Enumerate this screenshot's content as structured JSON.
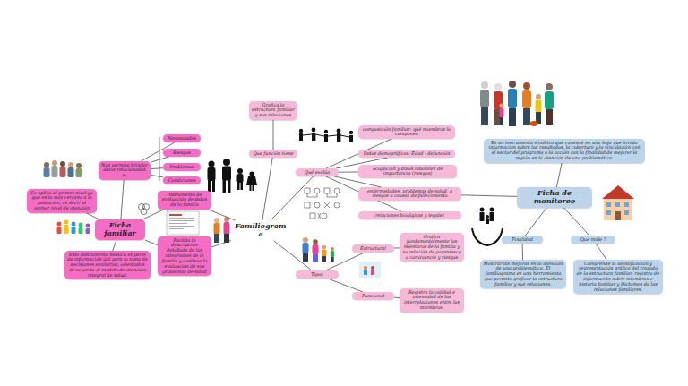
{
  "diagram": {
    "nodes": [
      {
        "text": [
          "Se aplica al primer nivel ya que es la más cercana a la población, es decir al primer nivel de atención"
        ]
      },
      {
        "text": [
          "Nos permite brindar datos relacionados a:"
        ]
      },
      {
        "text": [
          "Necesidades"
        ]
      },
      {
        "text": [
          "Riesgos"
        ]
      },
      {
        "text": [
          "Problemas"
        ]
      },
      {
        "text": [
          "Condiciones"
        ]
      },
      {
        "text": [
          "Ficha familiar"
        ]
      },
      {
        "text": [
          "Este instrumento médico es parte de información útil para la toma de decisiones sanitarias, orientadas de acuerdo al modelo de atención integral de salud."
        ]
      },
      {
        "text": [
          "Instrumento de evaluación de datos de la familia"
        ]
      },
      {
        "text": [
          "Facilita la descripción detallada de los integrantes de la familia y conlleva la evaluación de sus problemas de salud"
        ]
      },
      {
        "text": [
          "Familiograma"
        ]
      },
      {
        "text": [
          "Grafica la estructura familiar y sus relaciones"
        ]
      },
      {
        "text": [
          "Que función tiene"
        ]
      },
      {
        "text": [
          "Qué evalúa"
        ]
      },
      {
        "text": [
          "Tipos"
        ]
      },
      {
        "text": [
          "composición familiar: qué miembros lo componen"
        ]
      },
      {
        "text": [
          "Datos demográficos: Edad - defunción"
        ]
      },
      {
        "text": [
          "ocupación y datos laborales de importancia (riesgos)"
        ]
      },
      {
        "text": [
          "enfermedades, problemas de salud, o riesgos o causas de fallecimiento"
        ]
      },
      {
        "text": [
          "relaciones biológicas y legales"
        ]
      },
      {
        "text": [
          "Estructural"
        ]
      },
      {
        "text": [
          "Grafica fundamentalmente los miembros de la familia y su relación de parentesco o convivencia y riesgos"
        ]
      },
      {
        "text": [
          "Funcional"
        ]
      },
      {
        "text": [
          "Registra la calidad e intensidad de las interrelaciones entre los miembros."
        ]
      },
      {
        "text": [
          "Es un instrumento sintético que consiste en una hoja que brinda información sobre los resultados, la cobertura y la vinculación con el sector del programa o la acción con la finalidad de mejorar la región en la atención de una problemática."
        ]
      },
      {
        "text": [
          "Ficha de monitoreo"
        ]
      },
      {
        "text": [
          "Finalidad"
        ]
      },
      {
        "text": [
          "Qué mide ?"
        ]
      },
      {
        "text": [
          "Mostrar las mejoras en la atención de una problemática. El familiograma es una herramienta que permite graficar la estructura familiar y sus relaciones."
        ]
      },
      {
        "text": [
          "Comprende la identificación y representación gráfica del trazado de la estructura familiar, registro de información sobre miembros e historia familiar y Dictamen de las relaciones familiares."
        ]
      }
    ],
    "edges": [
      {
        "from": 6,
        "to": 1,
        "arrow": "none"
      },
      {
        "from": 1,
        "to": 2,
        "arrow": "none"
      },
      {
        "from": 1,
        "to": 3,
        "arrow": "none"
      },
      {
        "from": 1,
        "to": 4,
        "arrow": "none"
      },
      {
        "from": 1,
        "to": 5,
        "arrow": "none"
      },
      {
        "from": 6,
        "to": 0,
        "arrow": "none"
      },
      {
        "from": 6,
        "to": 7,
        "arrow": "none"
      },
      {
        "from": 6,
        "to": 8,
        "arrow": "none"
      },
      {
        "from": 6,
        "to": 9,
        "arrow": "none"
      },
      {
        "from": 8,
        "to": 10,
        "arrow": "none"
      },
      {
        "from": 9,
        "to": 10,
        "arrow": "none"
      },
      {
        "from": 10,
        "to": 12,
        "arrow": "none"
      },
      {
        "from": 12,
        "to": 11,
        "arrow": "none"
      },
      {
        "from": 10,
        "to": 13,
        "arrow": "none"
      },
      {
        "from": 10,
        "to": 14,
        "arrow": "none"
      },
      {
        "from": 13,
        "to": 15,
        "arrow": "none"
      },
      {
        "from": 13,
        "to": 16,
        "arrow": "none"
      },
      {
        "from": 13,
        "to": 17,
        "arrow": "none"
      },
      {
        "from": 13,
        "to": 18,
        "arrow": "none"
      },
      {
        "from": 13,
        "to": 19,
        "arrow": "none"
      },
      {
        "from": 14,
        "to": 20,
        "arrow": "none"
      },
      {
        "from": 20,
        "to": 21,
        "arrow": "none"
      },
      {
        "from": 14,
        "to": 22,
        "arrow": "none"
      },
      {
        "from": 22,
        "to": 23,
        "arrow": "none"
      },
      {
        "from": 18,
        "to": 25,
        "arrow": "none"
      },
      {
        "from": 25,
        "to": 24,
        "arrow": "none"
      },
      {
        "from": 25,
        "to": 26,
        "arrow": "none"
      },
      {
        "from": 25,
        "to": 27,
        "arrow": "none"
      },
      {
        "from": 26,
        "to": 28,
        "arrow": "none"
      },
      {
        "from": 27,
        "to": 29,
        "arrow": "none"
      }
    ]
  }
}
